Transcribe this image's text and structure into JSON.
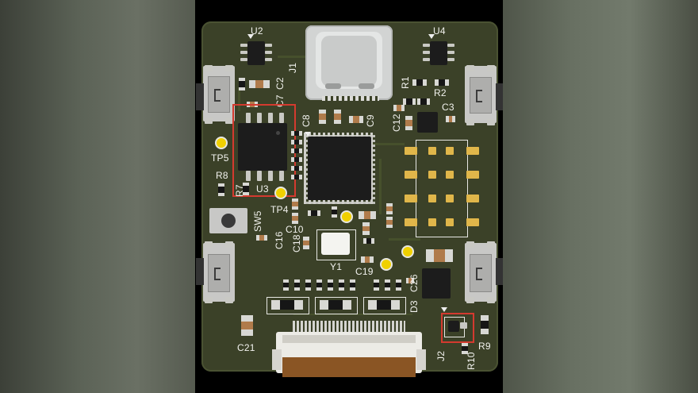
{
  "board": {
    "colors": {
      "solder_mask": "#3b4128",
      "silkscreen": "#f2f2ee",
      "pads": "#c9c9c4",
      "highlight_outline": "#d43a2f",
      "test_point": "#f0d000",
      "fpc_connector": "#8a5524"
    },
    "highlighted_components": [
      "U3",
      "J2-transistor"
    ]
  },
  "labels": {
    "u2": "U2",
    "u4": "U4",
    "j1": "J1",
    "c2": "C2",
    "c7": "C7",
    "r1": "R1",
    "r2": "R2",
    "c3": "C3",
    "c8": "C8",
    "c9": "C9",
    "c12": "C12",
    "tp5": "TP5",
    "r8": "R8",
    "r7": "R7",
    "u3": "U3",
    "tp4": "TP4",
    "sw5": "SW5",
    "c16": "C16",
    "c10": "C10",
    "c18": "C18",
    "y1": "Y1",
    "c19": "C19",
    "d3": "D3",
    "c26": "C26",
    "c21": "C21",
    "j2": "J2",
    "r9": "R9",
    "r10": "R10"
  }
}
